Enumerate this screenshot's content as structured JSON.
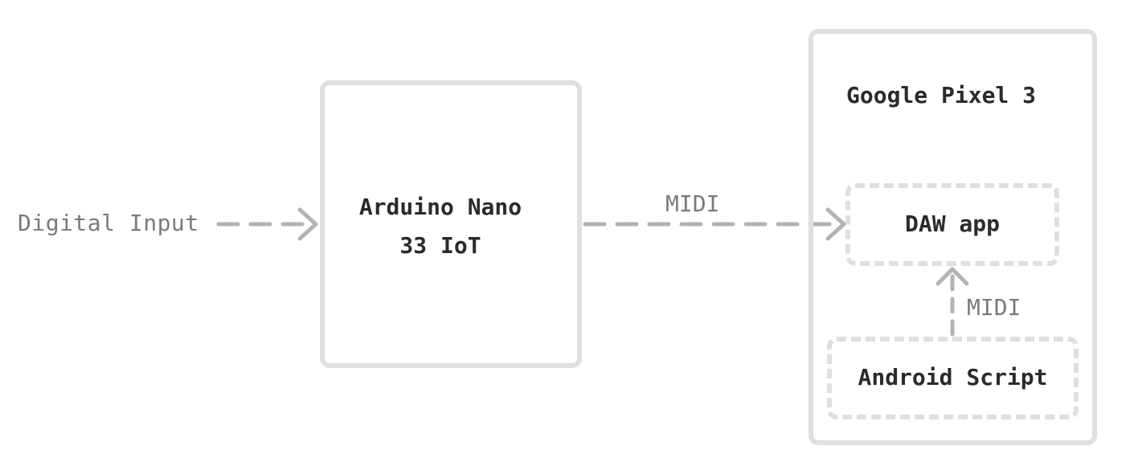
{
  "input": {
    "label": "Digital Input"
  },
  "arduino": {
    "line1": "Arduino Nano",
    "line2": "33 IoT"
  },
  "link_arduino_to_daw": {
    "label": "MIDI"
  },
  "phone": {
    "title": "Google Pixel 3",
    "daw": {
      "label": "DAW app"
    },
    "script": {
      "label": "Android Script"
    },
    "link_script_to_daw": {
      "label": "MIDI"
    }
  },
  "colors": {
    "box_border": "#dfdfdf",
    "arrow": "#b3b3b3",
    "text_dark": "#2b2b2b",
    "text_grey": "#7a7a7a"
  }
}
